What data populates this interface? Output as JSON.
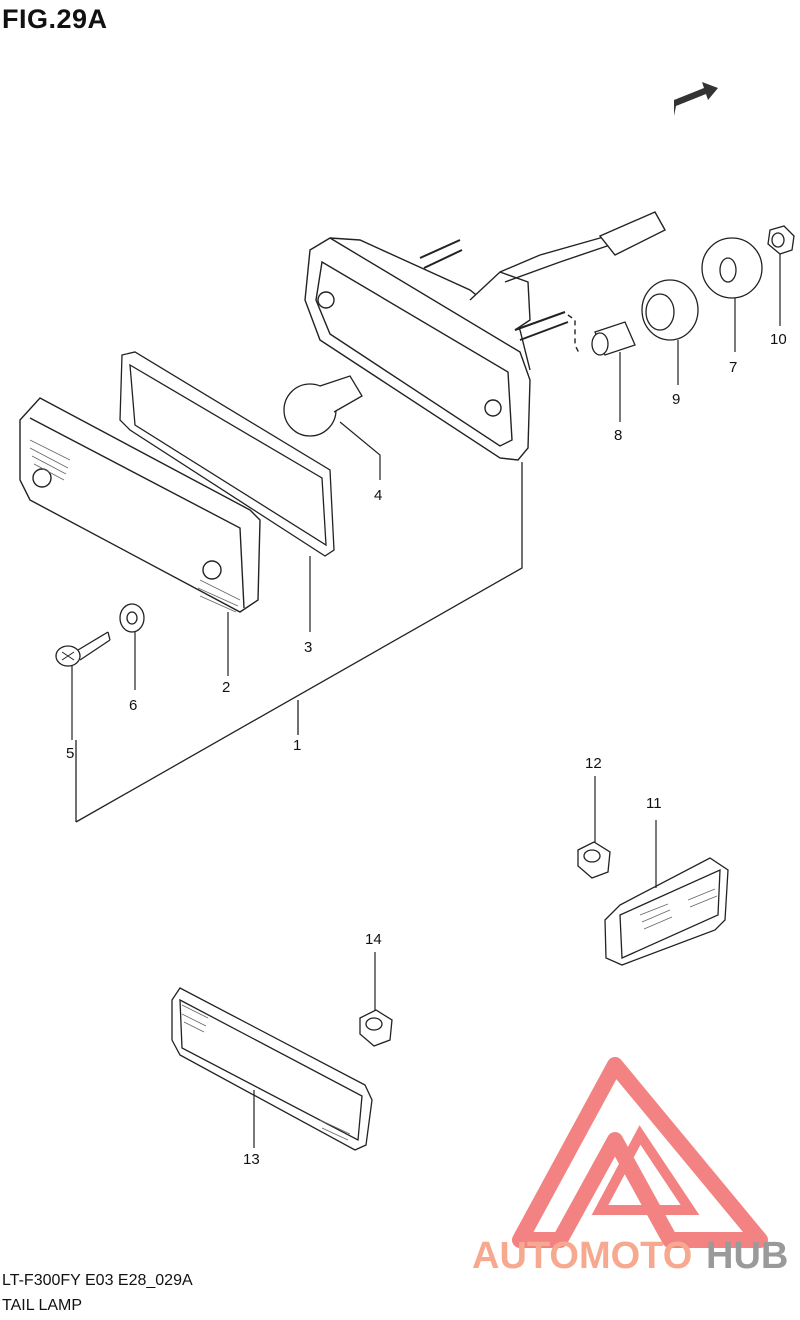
{
  "figure": {
    "title": "FIG.29A"
  },
  "fwd_label": "FWD",
  "callouts": [
    {
      "id": "1",
      "label": "1"
    },
    {
      "id": "2",
      "label": "2"
    },
    {
      "id": "3",
      "label": "3"
    },
    {
      "id": "4",
      "label": "4"
    },
    {
      "id": "5",
      "label": "5"
    },
    {
      "id": "6",
      "label": "6"
    },
    {
      "id": "7",
      "label": "7"
    },
    {
      "id": "8",
      "label": "8"
    },
    {
      "id": "9",
      "label": "9"
    },
    {
      "id": "10",
      "label": "10"
    },
    {
      "id": "11",
      "label": "11"
    },
    {
      "id": "12",
      "label": "12"
    },
    {
      "id": "13",
      "label": "13"
    },
    {
      "id": "14",
      "label": "14"
    }
  ],
  "footer": {
    "code": "LT-F300FY E03 E28_029A",
    "name": "TAIL LAMP"
  },
  "watermark": {
    "part1": "AUTOMOTO",
    "part2": "HUB",
    "color1": "#f7a98f",
    "color2": "#9a9a9a",
    "mark_color": "#f26d6d"
  }
}
